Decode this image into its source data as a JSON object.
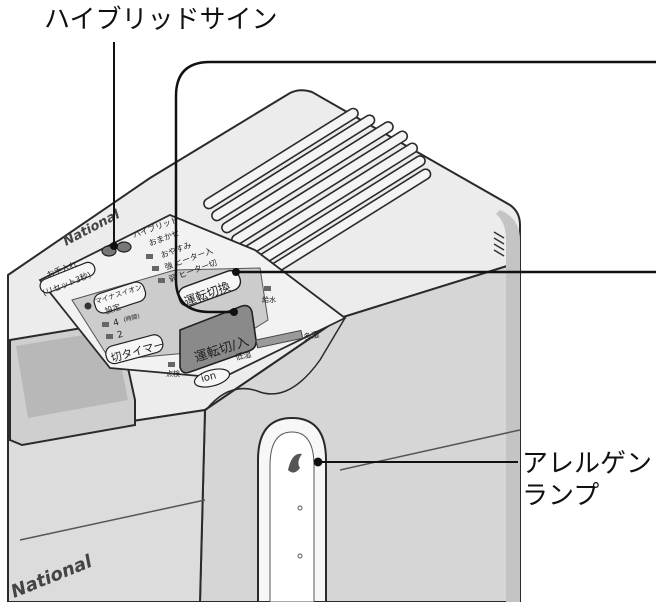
{
  "callouts": {
    "hybrid_sign": "ハイブリッドサイン",
    "allergen_lamp_line1": "アレルゲン",
    "allergen_lamp_line2": "ランプ"
  },
  "panel": {
    "brand_top": "National",
    "brand_front": "National",
    "filter_reset_1": "お手入れ",
    "filter_reset_2": "(リセット3秒)",
    "hybrid_small": "ハイブリッド",
    "mode_1": "おまかせ",
    "mode_2": "おやすみ",
    "mode_3": "強 ヒーター入",
    "mode_4": "弱 ヒーター切",
    "minus_ion_1": "マイナスイオン",
    "minus_ion_2": "設定",
    "timer_4": "4",
    "timer_4_unit": "(時間)",
    "timer_2": "2",
    "timer_button": "切タイマー",
    "power_button": "運転切/入",
    "mode_button": "運転切換",
    "humidity_low": "低湿",
    "humidity_high": "多湿",
    "lamp_left": "点検",
    "lamp_right": "給水",
    "ion_logo": "ion"
  },
  "colors": {
    "body_light": "#ececec",
    "body_mid": "#d9d9d9",
    "body_dark": "#bdbdbd",
    "outline": "#2a2a2a",
    "button_dark": "#8a8a8a"
  }
}
